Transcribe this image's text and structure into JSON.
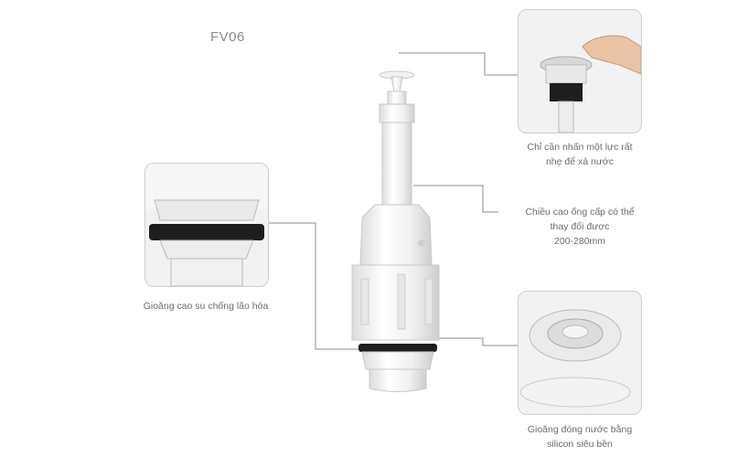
{
  "model": "FV06",
  "features": {
    "push_button": {
      "line1": "Chỉ cần nhấn một lực rất",
      "line2": "nhẹ để xả nước"
    },
    "height": {
      "line1": "Chiều cao ống cấp có thể",
      "line2": "thay đổi được",
      "line3": "200-280mm"
    },
    "rubber_gasket": {
      "line1": "Gioăng cao su chống lão hóa"
    },
    "silicone_gasket": {
      "line1": "Gioăng đóng nước bằng",
      "line2": "silicon siêu bền"
    }
  },
  "colors": {
    "panel_border": "#cfcfcf",
    "leader_line": "#8c8c8c",
    "plastic": "#f4f4f4",
    "gasket": "#1e1e1e"
  }
}
